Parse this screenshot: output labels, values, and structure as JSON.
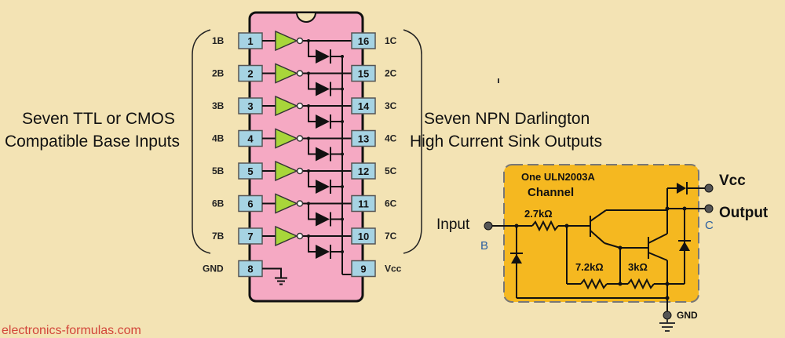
{
  "left_caption": {
    "line1": "Seven TTL or CMOS",
    "line2": "Compatible Base Inputs"
  },
  "right_caption": {
    "line1": "Seven NPN Darlington",
    "line2": "High Current Sink Outputs"
  },
  "ic": {
    "left_pins": [
      {
        "num": "1",
        "label": "1B"
      },
      {
        "num": "2",
        "label": "2B"
      },
      {
        "num": "3",
        "label": "3B"
      },
      {
        "num": "4",
        "label": "4B"
      },
      {
        "num": "5",
        "label": "5B"
      },
      {
        "num": "6",
        "label": "6B"
      },
      {
        "num": "7",
        "label": "7B"
      },
      {
        "num": "8",
        "label": "GND"
      }
    ],
    "right_pins": [
      {
        "num": "16",
        "label": "1C"
      },
      {
        "num": "15",
        "label": "2C"
      },
      {
        "num": "14",
        "label": "3C"
      },
      {
        "num": "13",
        "label": "4C"
      },
      {
        "num": "12",
        "label": "5C"
      },
      {
        "num": "11",
        "label": "6C"
      },
      {
        "num": "10",
        "label": "7C"
      },
      {
        "num": "9",
        "label": "Vcc"
      }
    ],
    "colors": {
      "body": "#f5a9c3",
      "pin": "#a6d3e3",
      "buffer": "#a8d63a"
    }
  },
  "channel": {
    "title": "One ULN2003A",
    "subtitle": "Channel",
    "r1": "2.7kΩ",
    "r2": "7.2kΩ",
    "r3": "3kΩ",
    "input_label": "Input",
    "input_pin": "B",
    "output_label": "Output",
    "output_pin": "C",
    "vcc_label": "Vcc",
    "gnd_label": "GND",
    "colors": {
      "box": "#f5b820"
    }
  },
  "watermark": "electronics-formulas.com"
}
